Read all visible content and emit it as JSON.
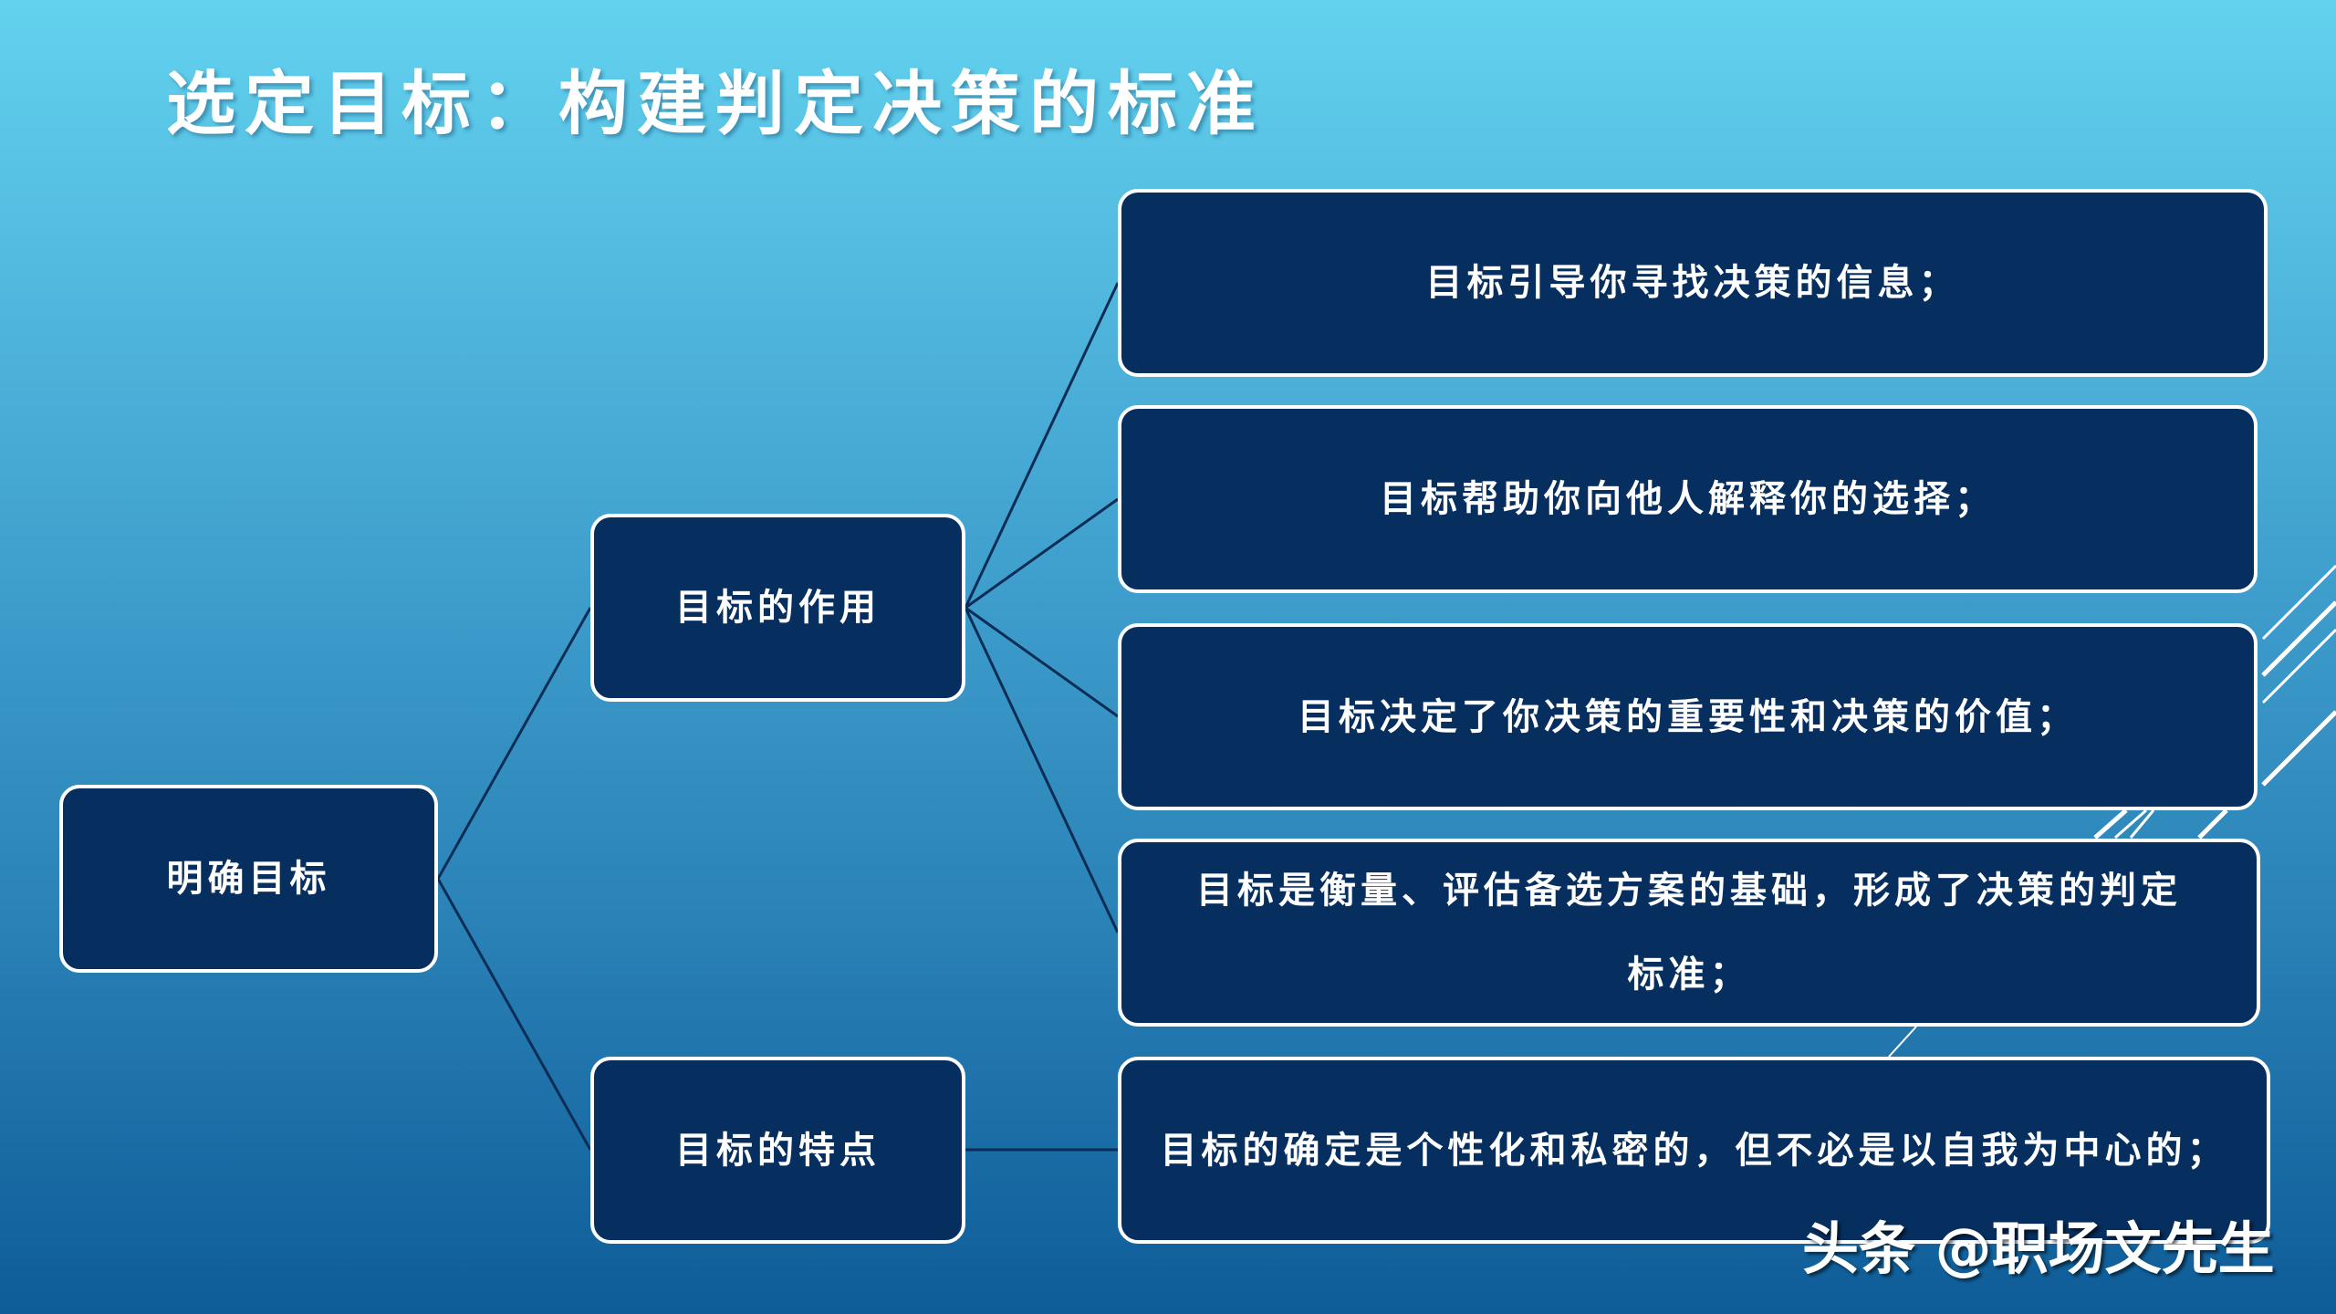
{
  "slide": {
    "title": "选定目标：构建判定决策的标准",
    "colors": {
      "box_fill": "#062e5e",
      "box_border": "#ffffff",
      "bg_top": "#62d2ee",
      "bg_bottom": "#0e5c98",
      "connector": "#0a2d55"
    }
  },
  "tree": {
    "root": {
      "label": "明确目标"
    },
    "branches": [
      {
        "label": "目标的作用",
        "children": [
          {
            "label": "目标引导你寻找决策的信息；"
          },
          {
            "label": "目标帮助你向他人解释你的选择；"
          },
          {
            "label": "目标决定了你决策的重要性和决策的价值；"
          },
          {
            "label": "目标是衡量、评估备选方案的基础，形成了决策的判定标准；"
          }
        ]
      },
      {
        "label": "目标的特点",
        "children": [
          {
            "label": "目标的确定是个性化和私密的，但不必是以自我为中心的；"
          }
        ]
      }
    ]
  },
  "watermark": {
    "text": "头条 @职场文先生"
  }
}
